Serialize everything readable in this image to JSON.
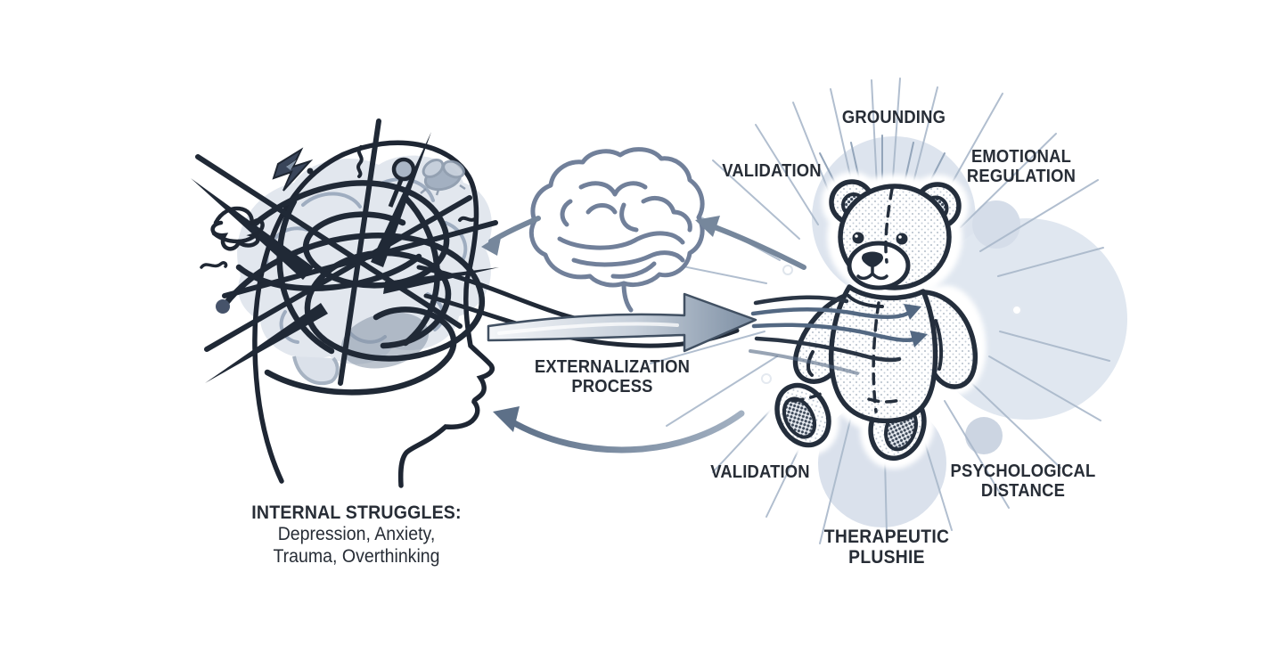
{
  "diagram": {
    "left": {
      "title": "INTERNAL STRUGGLES:",
      "line1": "Depression, Anxiety,",
      "line2": "Trauma, Overthinking"
    },
    "center": {
      "process_label": "EXTERNALIZATION\nPROCESS"
    },
    "right": {
      "benefits": {
        "grounding": "GROUNDING",
        "validation_upper": "VALIDATION",
        "emotional_regulation": "EMOTIONAL\nREGULATION",
        "validation_lower": "VALIDATION",
        "psychological_distance": "PSYCHOLOGICAL\nDISTANCE"
      },
      "title": "THERAPEUTIC\nPLUSHIE"
    },
    "icons": [
      "tangled-mind-head-icon",
      "brain-icon",
      "lightning-icon",
      "scribble-knot-icon",
      "fly-scribble-icon",
      "antenna-dot-icon",
      "externalization-arrow-icon",
      "feedback-arrow-top-icon",
      "feedback-arrow-bottom-icon",
      "flow-lines-icon",
      "teddy-bear-icon",
      "starburst-icon"
    ],
    "colors": {
      "background": "#ffffff",
      "ink": "#202936",
      "slate_arrow": "#76879c",
      "light_blue": "#dde4ee",
      "text": "#272d36"
    }
  }
}
